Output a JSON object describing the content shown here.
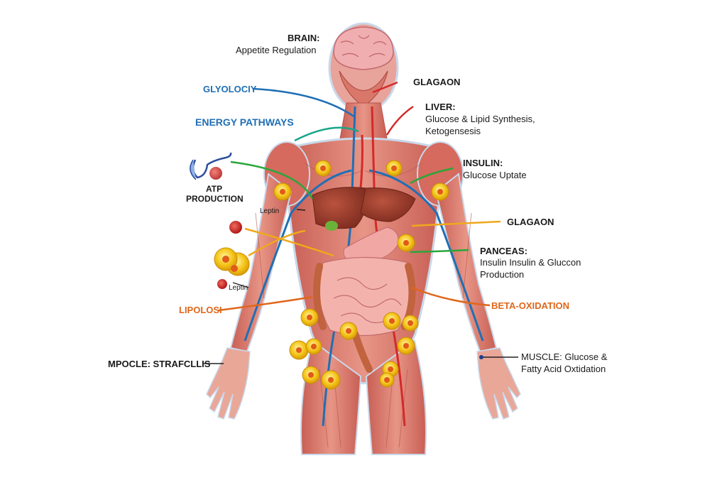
{
  "labels": {
    "brain_title": "BRAIN:",
    "brain_desc": "Appetite Regulation",
    "glagaon_top": "GLAGAON",
    "glyolociy": "GLYOLOCIY",
    "energy_pathways": "ENERGY PATHWAYS",
    "liver_title": "LIVER:",
    "liver_desc_1": "Glucose & Lipid Synthesis,",
    "liver_desc_2": "Ketogensesis",
    "insulin_title": "INSULIN:",
    "insulin_desc": "Glucose Uptate",
    "atp_1": "ATP",
    "atp_2": "PRODUCTION",
    "leptin_top": "Leptin",
    "glagaon_mid": "GLAGAON",
    "panceas_title": "PANCEAS:",
    "panceas_desc_1": "Insulin Insulin & Gluccon",
    "panceas_desc_2": "Production",
    "leptin_bottom": "Leptin",
    "lipolosi": "LIPOLOSI",
    "beta_oxidation": "BETA-OXIDATION",
    "mpocle": "MPOCLE: STRAFCLLIS",
    "muscle_title": "MUSCLE: Glucose &",
    "muscle_desc": "Fatty Acid Oxtidation"
  },
  "colors": {
    "blue_line": "#1f6fb5",
    "red_line": "#d42a2a",
    "green_line": "#2aa63a",
    "teal_line": "#18a58a",
    "orange_line": "#f0a81c",
    "muscle": "#d9776a",
    "muscle_dark": "#b8524a",
    "liver": "#9c3a2a",
    "fat_cell": "#f5c518"
  },
  "icons": [
    "brain-icon",
    "mitochondria-icon",
    "fat-cell-icon",
    "blood-cell-icon"
  ]
}
